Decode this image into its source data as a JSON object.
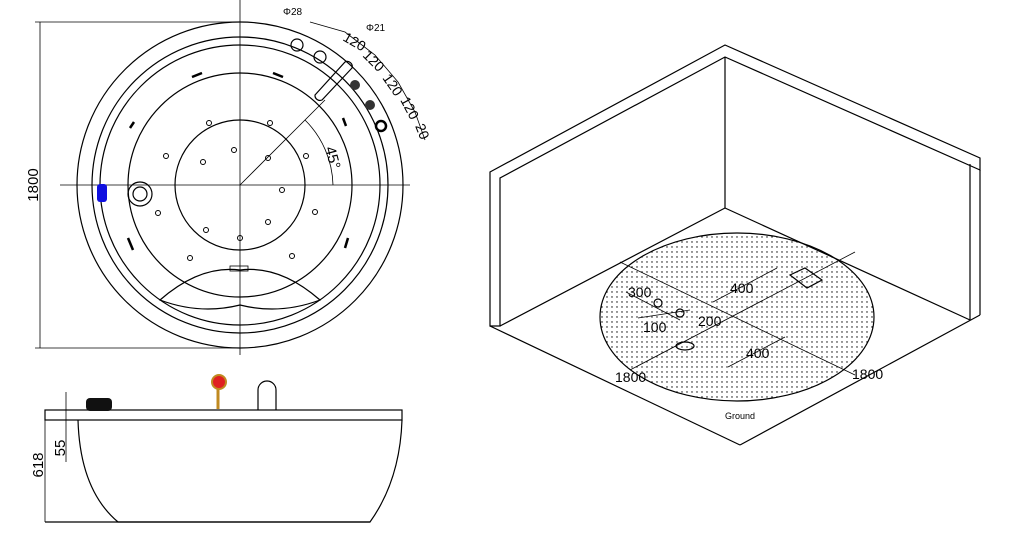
{
  "top_view": {
    "diameter_label": "1800",
    "angle_label": "45°",
    "fitting_labels": [
      "Φ28",
      "Φ21"
    ],
    "spacing_labels": [
      "120",
      "120",
      "120",
      "120",
      "20"
    ]
  },
  "side_view": {
    "height_label": "618",
    "rim_label": "55"
  },
  "iso_view": {
    "offset_labels": [
      "300",
      "100",
      "200",
      "400",
      "400"
    ],
    "width_label": "1800",
    "depth_label": "1800",
    "ground_label": "Ground"
  },
  "colors": {
    "line": "#000000",
    "control_blue": "#1010e0",
    "faucet_gold": "#c08a20",
    "shower_red": "#e02020"
  }
}
